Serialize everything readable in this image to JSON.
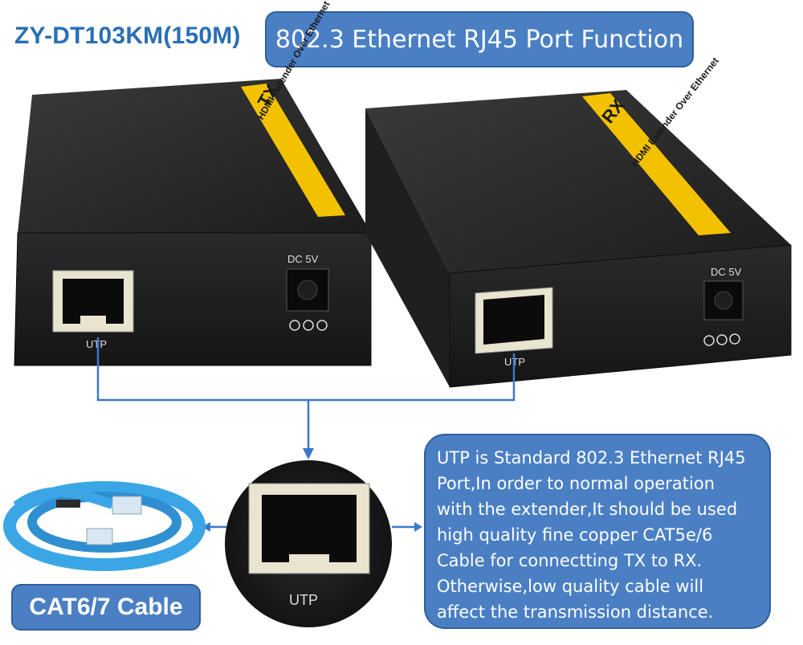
{
  "header": {
    "model": "ZY-DT103KM(150M)",
    "title": "802.3 Ethernet RJ45 Port Function"
  },
  "tx_unit": {
    "tag": "TX",
    "stripe_text": "HDMI Extender Over Ethernet",
    "power_label": "DC 5V",
    "port_label": "UTP"
  },
  "rx_unit": {
    "tag": "RX",
    "stripe_text": "HDMI Extender Over Ethernet",
    "power_label": "DC 5V",
    "port_label": "UTP"
  },
  "zoom": {
    "port_label": "UTP"
  },
  "info": {
    "lines": [
      "UTP is Standard 802.3 Ethernet RJ45",
      "Port,In order to normal operation",
      "with the extender,It should be used",
      "high quality fine copper CAT5e/6",
      "Cable for connectting TX to RX.",
      "Otherwise,low quality cable will",
      "affect the transmission distance."
    ]
  },
  "cable": {
    "label": "CAT6/7 Cable"
  },
  "colors": {
    "accent": "#4a7fc4",
    "accent_border": "#2e5f9e",
    "title_blue": "#2a6fb5",
    "stripe_yellow": "#f2c200",
    "cable_blue": "#3aa6e6"
  }
}
